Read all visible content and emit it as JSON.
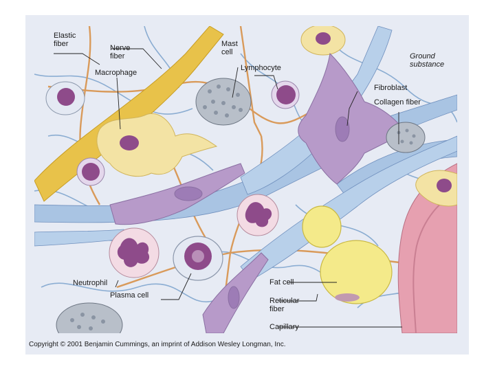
{
  "labels": {
    "elastic_fiber": "Elastic\nfiber",
    "nerve_fiber": "Nerve\nfiber",
    "mast_cell": "Mast\ncell",
    "lymphocyte": "Lymphocyte",
    "ground_substance": "Ground\nsubstance",
    "macrophage": "Macrophage",
    "fibroblast": "Fibroblast",
    "collagen_fiber": "Collagen fiber",
    "neutrophil": "Neutrophil",
    "plasma_cell": "Plasma cell",
    "fat_cell": "Fat cell",
    "reticular_fiber": "Reticular\nfiber",
    "capillary": "Capillary"
  },
  "copyright": "Copyright © 2001 Benjamin Cummings, an imprint of Addison Wesley Longman, Inc.",
  "colors": {
    "background": "#e7ebf4",
    "collagen": "#a9c4e3",
    "elastic": "#e8c24a",
    "nerve": "#d99a5a",
    "fibroblast": "#b79ac9",
    "macrophage": "#f3e3a4",
    "fat": "#f4ea8a",
    "nucleus": "#8e4b8a",
    "reticular": "#7aa2cc",
    "capillary": "#e6a0b0"
  }
}
